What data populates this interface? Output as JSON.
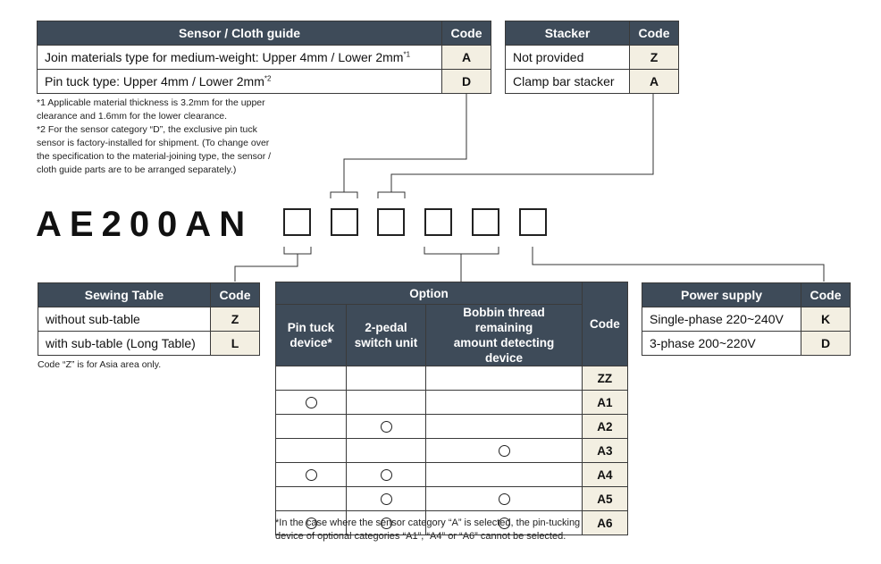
{
  "sensor_table": {
    "header": "Sensor / Cloth guide",
    "code_header": "Code",
    "rows": [
      {
        "label": "Join materials type for medium-weight: Upper 4mm / Lower 2mm",
        "mark": "*1",
        "code": "A"
      },
      {
        "label": "Pin tuck type: Upper 4mm / Lower 2mm",
        "mark": "*2",
        "code": "D"
      }
    ]
  },
  "sensor_notes": [
    "*1 Applicable material thickness is 3.2mm for the upper",
    "clearance and 1.6mm for the lower clearance.",
    "*2 For the sensor category “D”, the exclusive pin tuck",
    "sensor is factory-installed for shipment. (To change over",
    "the specification to the material-joining type, the sensor /",
    "cloth guide parts are to be arranged separately.)"
  ],
  "stacker_table": {
    "header": "Stacker",
    "code_header": "Code",
    "rows": [
      {
        "label": "Not provided",
        "code": "Z"
      },
      {
        "label": "Clamp bar stacker",
        "code": "A"
      }
    ]
  },
  "model": "AE200AN",
  "sewing_table": {
    "header": "Sewing Table",
    "code_header": "Code",
    "rows": [
      {
        "label": "without sub-table",
        "code": "Z"
      },
      {
        "label": "with sub-table (Long Table)",
        "code": "L"
      }
    ],
    "note": "Code “Z” is for Asia area only."
  },
  "option_table": {
    "header": "Option",
    "code_header": "Code",
    "col1": [
      "Pin tuck",
      "device*"
    ],
    "col2": [
      "2-pedal",
      "switch unit"
    ],
    "col3": [
      "Bobbin thread remaining",
      "amount detecting device"
    ],
    "rows": [
      {
        "c1": false,
        "c2": false,
        "c3": false,
        "code": "ZZ"
      },
      {
        "c1": true,
        "c2": false,
        "c3": false,
        "code": "A1"
      },
      {
        "c1": false,
        "c2": true,
        "c3": false,
        "code": "A2"
      },
      {
        "c1": false,
        "c2": false,
        "c3": true,
        "code": "A3"
      },
      {
        "c1": true,
        "c2": true,
        "c3": false,
        "code": "A4"
      },
      {
        "c1": false,
        "c2": true,
        "c3": true,
        "code": "A5"
      },
      {
        "c1": true,
        "c2": true,
        "c3": true,
        "code": "A6"
      }
    ],
    "note": [
      "*In the case where the sensor category “A” is selected, the pin-tucking",
      "device of optional categories “A1”, “A4” or “A6” cannot be selected."
    ]
  },
  "power_table": {
    "header": "Power supply",
    "code_header": "Code",
    "rows": [
      {
        "label": "Single-phase 220~240V",
        "code": "K"
      },
      {
        "label": "3-phase 200~220V",
        "code": "D"
      }
    ]
  }
}
